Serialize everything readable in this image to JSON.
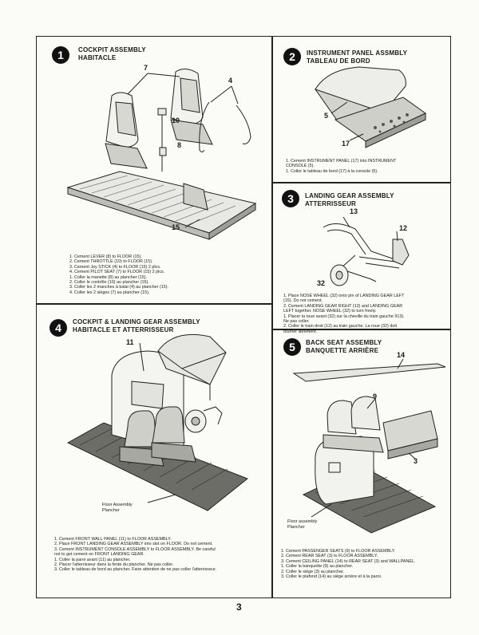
{
  "panels": [
    {
      "step": "1",
      "title": [
        "COCKPIT ASSEMBLY",
        "HABITACLE"
      ],
      "callouts": [
        "7",
        "4",
        "10",
        "8",
        "15"
      ],
      "instructions": [
        "1.  Cement LEVER (8) to FLOOR (15).",
        "2.  Cement THROTTLE (10) to FLOOR (15).",
        "3.  Cement Joy STICK (4) to FLOOR (15) 2 plcs.",
        "4.  Cement PILOT SEAT (7) to FLOOR (15) 2 plcs.",
        "1.  Coller la manette (8) au plancher (15).",
        "2.  Coller le contrôle (10) au plancher (15).",
        "3.  Coller les 2 manches à balai (4) au plancher (15).",
        "4.  Coller les 2 sièges (7) au plancher (15)."
      ]
    },
    {
      "step": "2",
      "title": [
        "INSTRUMENT PANEL ASSMBLY",
        "TABLEAU DE BORD"
      ],
      "callouts": [
        "5",
        "17"
      ],
      "instructions": [
        "1.  Cement INSTRUMENT PANEL (17) into INSTRUMENT",
        "     CONSOLE (5).",
        "1.  Coller le tableau de bord (17) à la console (5)."
      ]
    },
    {
      "step": "3",
      "title": [
        "LANDING GEAR ASSEMBLY",
        "ATTERRISSEUR"
      ],
      "callouts": [
        "13",
        "12",
        "32"
      ],
      "instructions": [
        "1.  Place NOSE WHEEL (32) onto pin of LANDING GEAR LEFT",
        "     (15). Do not cement.",
        "2.  Cement LANDING GEAR RIGHT (12) and LANDING GEAR",
        "     LEFT together. NOSE WHEEL (32) to turn freely.",
        "1.  Placer la roue avant (32) sur la cheville du train gauche 913).",
        "     Ne pas coller.",
        "2.  Coller le train droit (12) au train gauche. La roue (32) doit",
        "     tourner librement."
      ]
    },
    {
      "step": "4",
      "title": [
        "COCKPIT & LANDING GEAR ASSEMBLY",
        "HABITACLE ET ATTERRISSEUR"
      ],
      "callouts": [
        "11"
      ],
      "caption": [
        "Floor Assembly",
        "Plancher"
      ],
      "instructions": [
        "1.  Cement FRONT WALL PANEL (11) to FLOOR ASSEMBLY.",
        "2.  Place FRONT LANDING GEAR ASSEMBLY into slot on FLOOR. Do not cement.",
        "3.  Cement INSTRUMENT CONSOLE ASSEMBLY to FLOOR ASSEMBLY. Be careful",
        "     not to get cement on FRONT LANDING GEAR.",
        "1.  Coller la paroi avant (11) au plancher.",
        "2.  Placer l'atterrisseur dans la fente du plancher. Ne pas coller.",
        "3.  Coller le tableau de bord au plancher. Faire attention de ne pas coller l'atterrisseur."
      ]
    },
    {
      "step": "5",
      "title": [
        "BACK SEAT ASSEMBLY",
        "BANQUETTE ARRIÈRE"
      ],
      "callouts": [
        "14",
        "9",
        "3"
      ],
      "caption": [
        "Floor assembly",
        "Plancher"
      ],
      "instructions": [
        "1.  Cement PASSENGER SEATS (9) to FLOOR ASSEMBLY.",
        "2.  Cement REAR SEAT (3) to FLOOR ASSEMBLY.",
        "3.  Cement CEILING PANEL (14) to REAR SEAT (3) and WALLPANEL.",
        "1.  Coller la banquette (9) au plancher.",
        "2.  Coller le siège (3) au plancher.",
        "3.  Coller le plafond (14) au siège arrière et à la paroi."
      ]
    }
  ],
  "page_number": "3"
}
